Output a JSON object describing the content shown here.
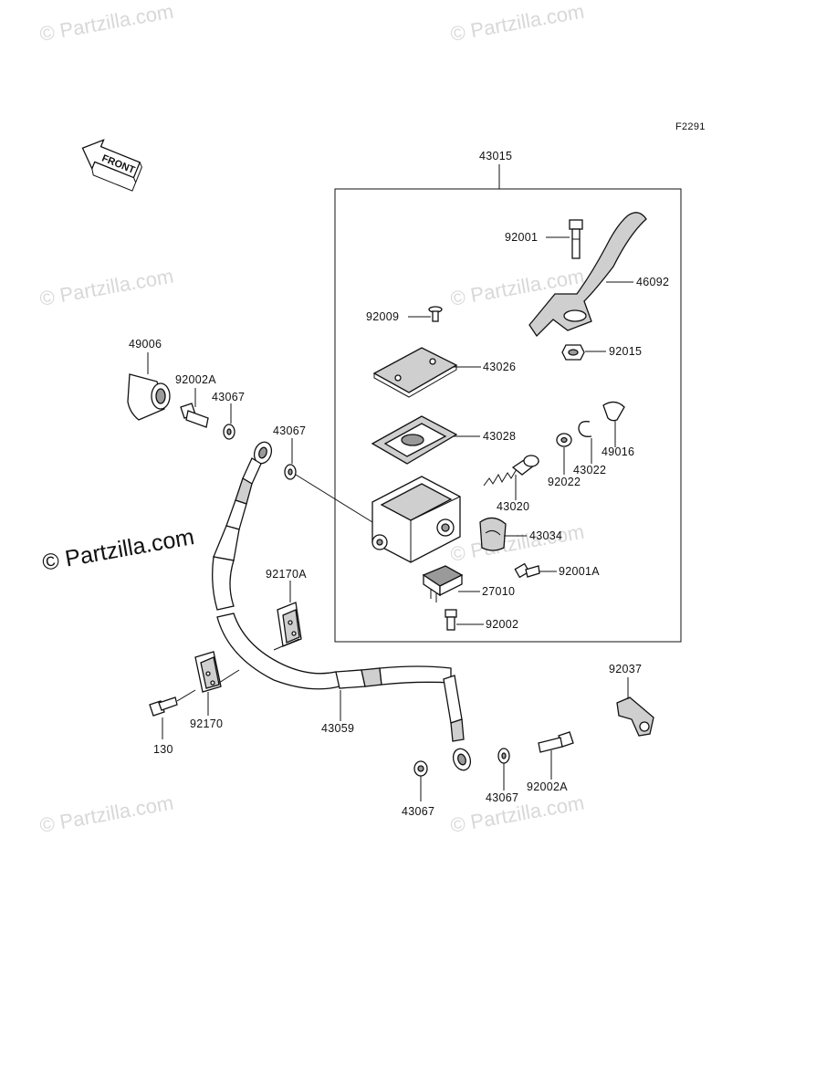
{
  "diagram_code": "F2291",
  "front_label": "FRONT",
  "watermark": "© Partzilla.com",
  "callouts": [
    {
      "id": "43015",
      "text": "43015"
    },
    {
      "id": "92001",
      "text": "92001"
    },
    {
      "id": "46092",
      "text": "46092"
    },
    {
      "id": "92009",
      "text": "92009"
    },
    {
      "id": "92015",
      "text": "92015"
    },
    {
      "id": "43026",
      "text": "43026"
    },
    {
      "id": "43028",
      "text": "43028"
    },
    {
      "id": "49016",
      "text": "49016"
    },
    {
      "id": "43022",
      "text": "43022"
    },
    {
      "id": "92022",
      "text": "92022"
    },
    {
      "id": "43020",
      "text": "43020"
    },
    {
      "id": "43034",
      "text": "43034"
    },
    {
      "id": "92001A",
      "text": "92001A"
    },
    {
      "id": "27010",
      "text": "27010"
    },
    {
      "id": "92002",
      "text": "92002"
    },
    {
      "id": "49006",
      "text": "49006"
    },
    {
      "id": "92002A_top",
      "text": "92002A"
    },
    {
      "id": "43067_top",
      "text": "43067"
    },
    {
      "id": "43067_mid",
      "text": "43067"
    },
    {
      "id": "92170A",
      "text": "92170A"
    },
    {
      "id": "92170",
      "text": "92170"
    },
    {
      "id": "130",
      "text": "130"
    },
    {
      "id": "43059",
      "text": "43059"
    },
    {
      "id": "92037",
      "text": "92037"
    },
    {
      "id": "43067_bl",
      "text": "43067"
    },
    {
      "id": "43067_br",
      "text": "43067"
    },
    {
      "id": "92002A_bot",
      "text": "92002A"
    }
  ]
}
